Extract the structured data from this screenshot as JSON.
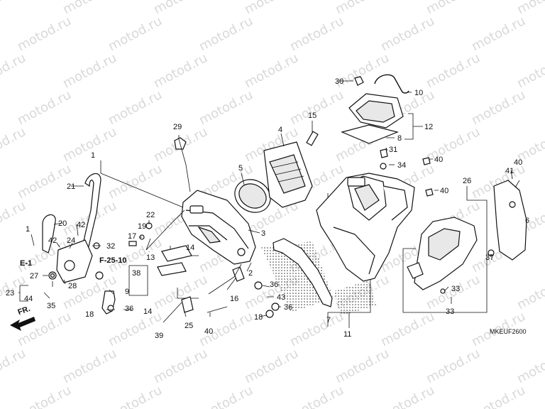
{
  "watermark": {
    "text": "motod.ru"
  },
  "diagram_code": "MKEUF2600",
  "refs": {
    "e1": "E-1",
    "f2510": "F-25-10",
    "fr": "FR."
  },
  "callouts": {
    "c1a": "1",
    "c1b": "1",
    "c2": "2",
    "c3": "3",
    "c4": "4",
    "c5": "5",
    "c6": "6",
    "c7": "7",
    "c8": "8",
    "c9": "9",
    "c10": "10",
    "c11": "11",
    "c12": "12",
    "c13": "13",
    "c14a": "14",
    "c14b": "14",
    "c15": "15",
    "c16": "16",
    "c17": "17",
    "c18a": "18",
    "c18b": "18",
    "c19": "19",
    "c20": "20",
    "c21": "21",
    "c22": "22",
    "c23": "23",
    "c24": "24",
    "c25": "25",
    "c26": "26",
    "c27": "27",
    "c28": "28",
    "c29": "29",
    "c30": "30",
    "c31": "31",
    "c32": "32",
    "c33a": "33",
    "c33b": "33",
    "c34": "34",
    "c35": "35",
    "c36a": "36",
    "c36b": "36",
    "c36c": "36",
    "c37": "37",
    "c38": "38",
    "c39": "39",
    "c40a": "40",
    "c40b": "40",
    "c40c": "40",
    "c40d": "40",
    "c41": "41",
    "c42a": "42",
    "c42b": "42",
    "c43": "43",
    "c44": "44"
  }
}
